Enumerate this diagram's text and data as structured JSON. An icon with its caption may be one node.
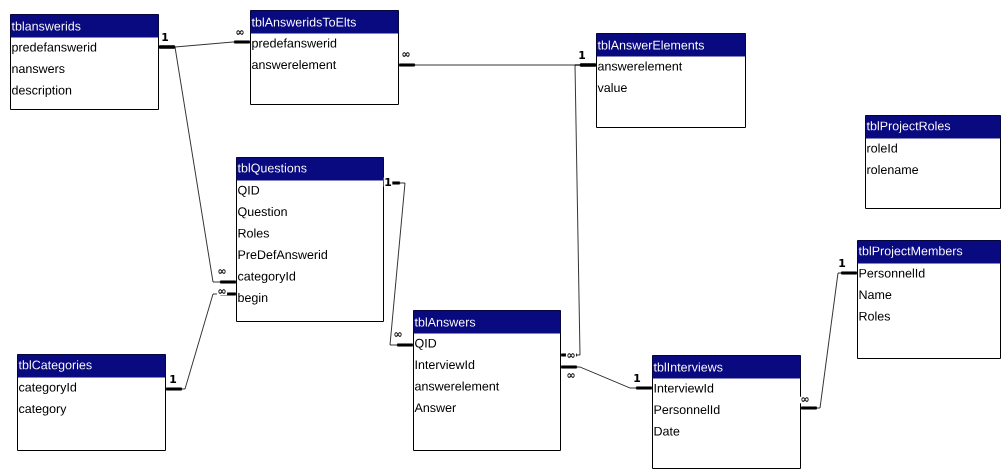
{
  "diagram": {
    "nodes": [
      {
        "text": [
          "tblanswerids",
          "predefanswerid",
          "nanswers",
          "description"
        ]
      },
      {
        "text": [
          "tblAnsweridsToElts",
          "predefanswerid",
          "answerelement"
        ]
      },
      {
        "text": [
          "tblAnswerElements",
          "answerelement",
          "value"
        ]
      },
      {
        "text": [
          "tblProjectRoles",
          "roleId",
          "rolename"
        ]
      },
      {
        "text": [
          "tblQuestions",
          "QID",
          "Question",
          "Roles",
          "PreDefAnswerid",
          "categoryId",
          "begin"
        ]
      },
      {
        "text": [
          "tblProjectMembers",
          "PersonnelId",
          "Name",
          "Roles"
        ]
      },
      {
        "text": [
          "tblCategories",
          "categoryId",
          "category"
        ]
      },
      {
        "text": [
          "tblAnswers",
          "QID",
          "InterviewId",
          "answerelement",
          "Answer"
        ]
      },
      {
        "text": [
          "tblInterviews",
          "InterviewId",
          "PersonnelId",
          "Date"
        ]
      }
    ],
    "edges": [
      {
        "from": 0,
        "to": 1,
        "arrow": "other"
      },
      {
        "from": 0,
        "to": 4,
        "arrow": "other"
      },
      {
        "from": 2,
        "to": 1,
        "arrow": "other"
      },
      {
        "from": 2,
        "to": 7,
        "arrow": "other"
      },
      {
        "from": 4,
        "to": 7,
        "arrow": "other"
      },
      {
        "from": 6,
        "to": 4,
        "arrow": "other"
      },
      {
        "from": 8,
        "to": 7,
        "arrow": "other"
      },
      {
        "from": 5,
        "to": 8,
        "arrow": "other"
      }
    ],
    "labels": [
      "∞",
      "1",
      "∞",
      "1",
      "1",
      "1",
      "∞",
      "∞",
      "∞",
      "∞",
      "∞",
      "1",
      "1",
      "∞"
    ]
  }
}
